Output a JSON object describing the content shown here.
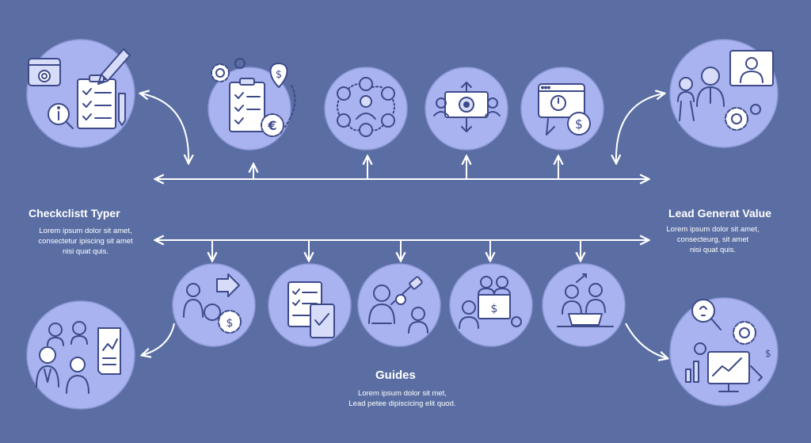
{
  "colors": {
    "background": "#5a6ea3",
    "circle_fill": "#a9b3ef",
    "icon_stroke": "#3d4a8a",
    "connector": "#ffffff"
  },
  "left_block": {
    "title": "Checkclistt Typer",
    "lines": [
      "Lorem ipsum dolor sit amet,",
      "consectetur ipiscing sit amet",
      "nisi quat quis."
    ]
  },
  "right_block": {
    "title": "Lead Generat Value",
    "lines": [
      "Lorem ipsum dolor sit amet,",
      "consecteurg, sit amet",
      "nisi quat quis."
    ]
  },
  "center_block": {
    "title": "Guides",
    "lines": [
      "Lorem ipsum dolor sit met,",
      "Lead petee dipiscicing elit quod."
    ]
  },
  "nodes_top": [
    {
      "name": "checklist-settings",
      "icons": [
        "gear-icon",
        "checklist-icon",
        "pencil-icon",
        "info-icon"
      ]
    },
    {
      "name": "checklist-euro",
      "icons": [
        "gear-icon",
        "checklist-icon",
        "euro-icon",
        "dollar-pin-icon"
      ]
    },
    {
      "name": "network",
      "icons": [
        "people-network-icon"
      ]
    },
    {
      "name": "team-flow",
      "icons": [
        "people-target-icon"
      ]
    },
    {
      "name": "browser-dollar",
      "icons": [
        "browser-icon",
        "dollar-icon"
      ]
    },
    {
      "name": "people-gear",
      "icons": [
        "person-icon",
        "monitor-user-icon",
        "gear-icon"
      ]
    }
  ],
  "nodes_bottom": [
    {
      "name": "team-report",
      "icons": [
        "people-icon",
        "report-icon"
      ]
    },
    {
      "name": "person-arrow",
      "icons": [
        "person-icon",
        "arrow-icon",
        "dollar-gear-icon"
      ]
    },
    {
      "name": "documents",
      "icons": [
        "checklist-icon",
        "document-icon"
      ]
    },
    {
      "name": "connect",
      "icons": [
        "person-icon",
        "key-icon"
      ]
    },
    {
      "name": "meeting",
      "icons": [
        "people-icon",
        "dollar-icon"
      ]
    },
    {
      "name": "presentation",
      "icons": [
        "person-icon",
        "laptop-icon"
      ]
    },
    {
      "name": "analytics",
      "icons": [
        "idea-search-icon",
        "gear-icon",
        "chart-monitor-icon"
      ]
    }
  ]
}
